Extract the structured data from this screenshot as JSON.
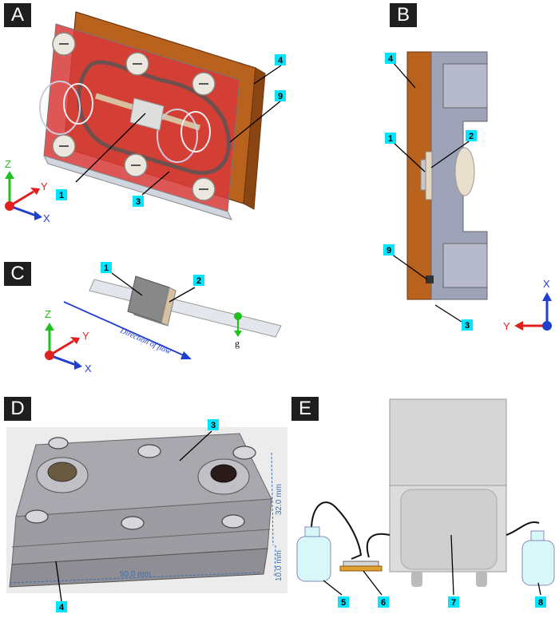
{
  "panels": {
    "A": {
      "label": "A",
      "callouts": [
        "4",
        "9",
        "1",
        "3"
      ],
      "axes": {
        "z": "Z",
        "y": "Y",
        "x": "X"
      }
    },
    "B": {
      "label": "B",
      "callouts": [
        "4",
        "1",
        "2",
        "9",
        "3"
      ],
      "axes": {
        "x": "X",
        "y": "Y"
      }
    },
    "C": {
      "label": "C",
      "callouts": [
        "1",
        "2"
      ],
      "flow_text": "Direction of flow",
      "gravity": "g",
      "axes": {
        "z": "Z",
        "y": "Y",
        "x": "X"
      }
    },
    "D": {
      "label": "D",
      "callouts": [
        "3",
        "4"
      ],
      "dimensions": {
        "height": "32.0 mm",
        "thickness": "10.0 mm",
        "length": "50.0 mm"
      }
    },
    "E": {
      "label": "E",
      "callouts": [
        "5",
        "6",
        "7",
        "8"
      ]
    }
  },
  "colors": {
    "callout_bg": "#00e5ff",
    "label_bg": "#1e1e1e",
    "copper": "#b8621e",
    "red_gasket": "#e03030",
    "steel": "#9a9aa2",
    "axis_x": "#1f3fcf",
    "axis_y": "#e02020",
    "axis_z": "#20c020"
  }
}
